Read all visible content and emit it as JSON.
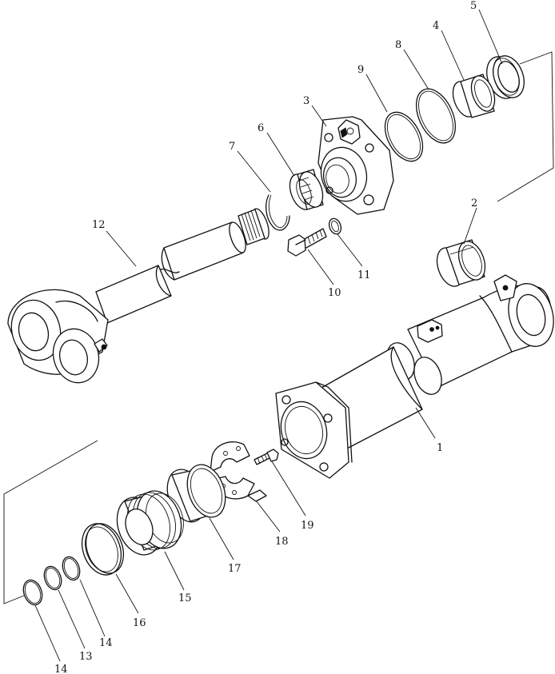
{
  "diagram": {
    "callouts": [
      {
        "id": "c5",
        "text": "5"
      },
      {
        "id": "c4",
        "text": "4"
      },
      {
        "id": "c8",
        "text": "8"
      },
      {
        "id": "c9",
        "text": "9"
      },
      {
        "id": "c3",
        "text": "3"
      },
      {
        "id": "c6",
        "text": "6"
      },
      {
        "id": "c7",
        "text": "7"
      },
      {
        "id": "c12",
        "text": "12"
      },
      {
        "id": "c2",
        "text": "2"
      },
      {
        "id": "c11",
        "text": "11"
      },
      {
        "id": "c10",
        "text": "10"
      },
      {
        "id": "c1",
        "text": "1"
      },
      {
        "id": "c19",
        "text": "19"
      },
      {
        "id": "c18",
        "text": "18"
      },
      {
        "id": "c17",
        "text": "17"
      },
      {
        "id": "c15",
        "text": "15"
      },
      {
        "id": "c16",
        "text": "16"
      },
      {
        "id": "c14a",
        "text": "14"
      },
      {
        "id": "c13",
        "text": "13"
      },
      {
        "id": "c14b",
        "text": "14"
      }
    ]
  }
}
